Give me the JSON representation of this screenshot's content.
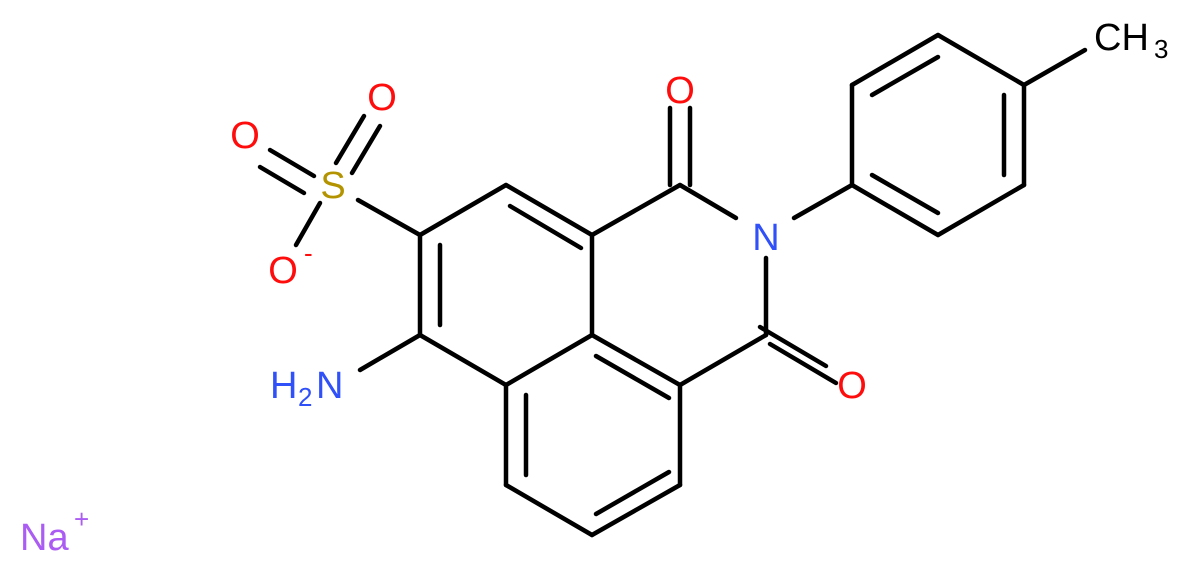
{
  "colors": {
    "bond": "#000000",
    "oxygen": "#ff0d0d",
    "nitrogen": "#3050f8",
    "sulfur": "#b39400",
    "sodium": "#ab5cf2",
    "carbon": "#000000"
  },
  "atoms": {
    "o_sulfonyl_top": {
      "text": "O"
    },
    "o_sulfonyl_left": {
      "text": "O"
    },
    "s_sulfonate": {
      "text": "S"
    },
    "o_sulfonate_neg": {
      "text": "O",
      "charge": "-"
    },
    "o_carbonyl_top": {
      "text": "O"
    },
    "n_imide": {
      "text": "N"
    },
    "o_carbonyl_right": {
      "text": "O"
    },
    "nh2_amino": {
      "text": "H",
      "sub": "2",
      "text2": "N"
    },
    "ch3_methyl": {
      "text": "CH",
      "sub": "3"
    },
    "na_ion": {
      "text": "Na",
      "charge": "+"
    }
  }
}
